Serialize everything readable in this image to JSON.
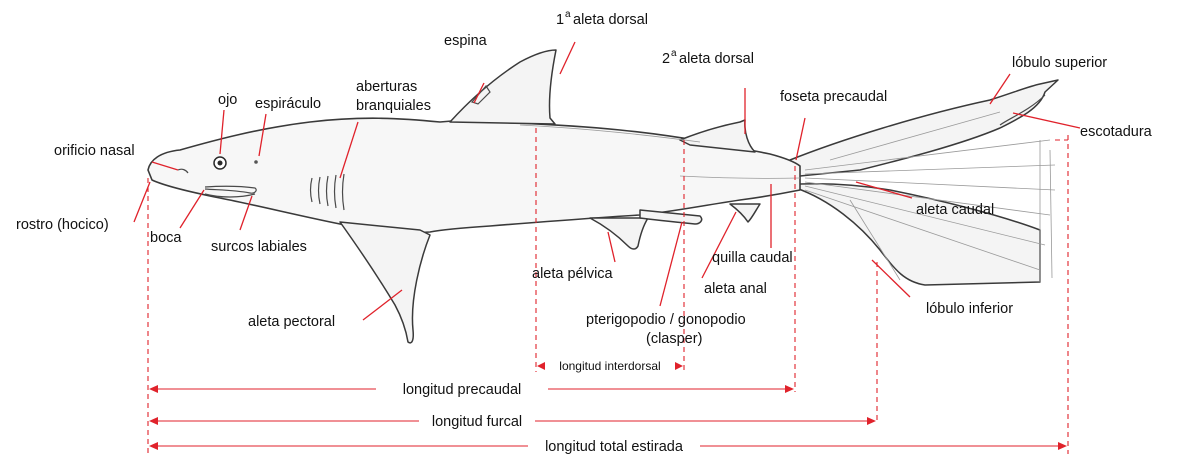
{
  "colors": {
    "leader": "#e0222b",
    "outline": "#3a3a3a",
    "label": "#111111"
  },
  "labels": {
    "espina": "espina",
    "primera_num": "1",
    "primera_sup": "a",
    "primera_text": "aleta dorsal",
    "segunda_num": "2",
    "segunda_sup": "a",
    "segunda_text": "aleta dorsal",
    "lobulo_superior": "lóbulo superior",
    "foseta_precaudal": "foseta precaudal",
    "escotadura": "escotadura",
    "ojo": "ojo",
    "espiraculo": "espiráculo",
    "aberturas_1": "aberturas",
    "aberturas_2": "branquiales",
    "orificio_nasal": "orificio nasal",
    "rostro": "rostro (hocico)",
    "boca": "boca",
    "surcos_labiales": "surcos labiales",
    "aleta_caudal": "aleta caudal",
    "aleta_pelvica": "aleta pélvica",
    "quilla_caudal": "quilla caudal",
    "aleta_anal": "aleta anal",
    "lobulo_inferior": "lóbulo inferior",
    "aleta_pectoral": "aleta pectoral",
    "pterigopodio_1": "pterigopodio / gonopodio",
    "pterigopodio_2": "(clasper)"
  },
  "measurements": {
    "interdorsal": "longitud interdorsal",
    "precaudal": "longitud precaudal",
    "furcal": "longitud furcal",
    "total": "longitud total estirada"
  }
}
